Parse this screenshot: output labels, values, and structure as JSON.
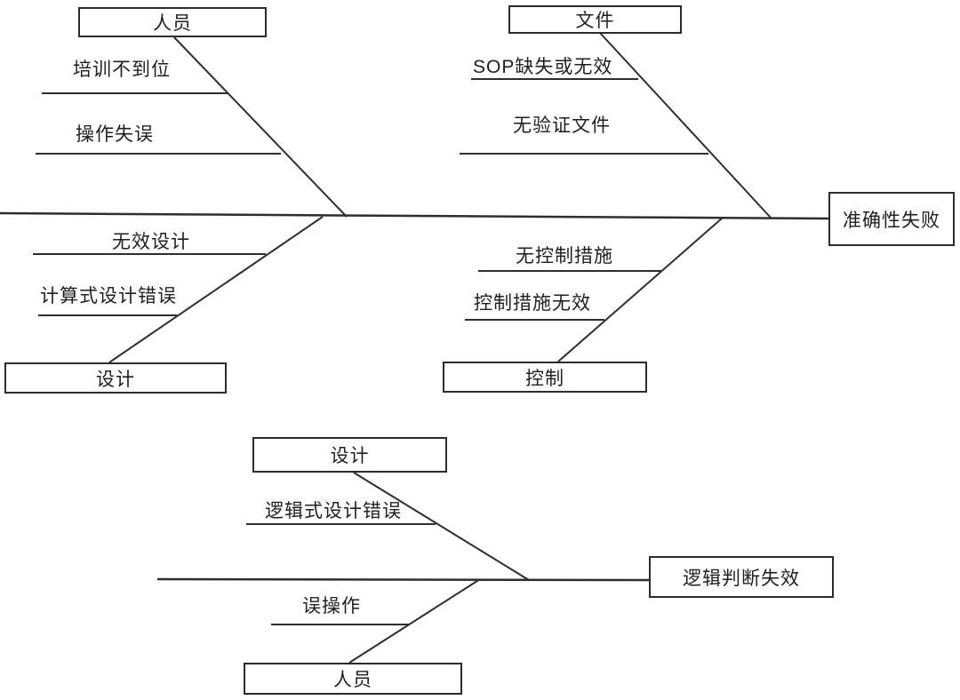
{
  "colors": {
    "line": "#2e2e2e",
    "box_border": "#2b2b2b",
    "text": "#1f1f1f",
    "background": "#ffffff"
  },
  "chart_type": "fishbone-diagram",
  "diagrams": [
    {
      "name": "accuracy-failure-fishbone",
      "effect": "准确性失败",
      "categories": [
        {
          "label": "人员",
          "position": "top-left",
          "causes": [
            "培训不到位",
            "操作失误"
          ]
        },
        {
          "label": "文件",
          "position": "top-right",
          "causes": [
            "SOP缺失或无效",
            "无验证文件"
          ]
        },
        {
          "label": "设计",
          "position": "bottom-left",
          "causes": [
            "无效设计",
            "计算式设计错误"
          ]
        },
        {
          "label": "控制",
          "position": "bottom-right",
          "causes": [
            "无控制措施",
            "控制措施无效"
          ]
        }
      ]
    },
    {
      "name": "logic-judgment-failure-fishbone",
      "effect": "逻辑判断失效",
      "categories": [
        {
          "label": "设计",
          "position": "top",
          "causes": [
            "逻辑式设计错误"
          ]
        },
        {
          "label": "人员",
          "position": "bottom",
          "causes": [
            "误操作"
          ]
        }
      ]
    }
  ]
}
